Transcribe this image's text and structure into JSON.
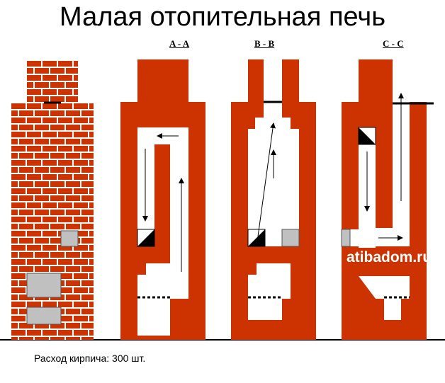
{
  "title": "Малая отопительная печь",
  "sections": {
    "a": "A - A",
    "b": "B - B",
    "c": "C - C"
  },
  "watermark": "atibadom.ru",
  "footer": "Расход кирпича: 300 шт.",
  "colors": {
    "brick": "#cc3300",
    "mortar": "#ffffff",
    "grey": "#c0c0c0",
    "line": "#000000"
  }
}
